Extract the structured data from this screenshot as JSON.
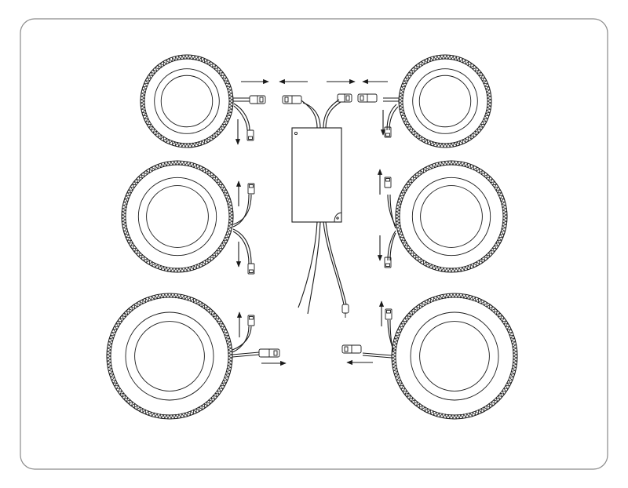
{
  "diagram": {
    "kind": "wiring-installation-drawing",
    "line_color": "#1a1a1a",
    "frame_color": "#8a8a8a",
    "background": "#ffffff",
    "components": {
      "driver": {
        "icon": "driver-box-icon"
      },
      "downlights": [
        {
          "id": "top-left",
          "wire": "right",
          "connectors": [
            "right-mating",
            "down"
          ]
        },
        {
          "id": "top-right",
          "wire": "left",
          "connectors": [
            "left-mating",
            "down"
          ]
        },
        {
          "id": "middle-left",
          "wire": "right",
          "connectors": [
            "up",
            "down"
          ]
        },
        {
          "id": "middle-right",
          "wire": "left",
          "connectors": [
            "up",
            "down"
          ]
        },
        {
          "id": "bottom-left",
          "wire": "right",
          "connectors": [
            "up",
            "right-mating"
          ]
        },
        {
          "id": "bottom-right",
          "wire": "left",
          "connectors": [
            "up",
            "left-mating"
          ]
        }
      ]
    }
  }
}
